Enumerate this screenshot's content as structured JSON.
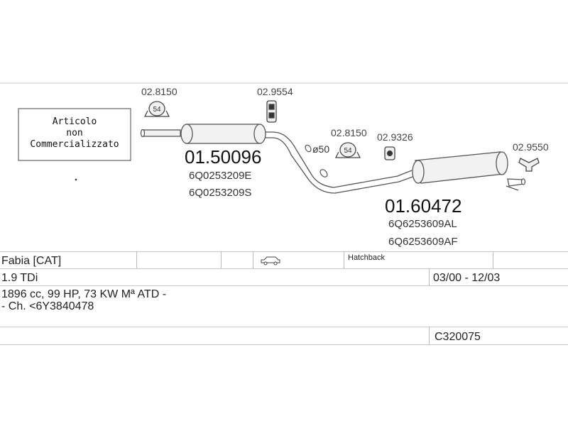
{
  "box": {
    "line1": "Articolo",
    "line2": "non",
    "line3": "Commercializzato"
  },
  "parts": {
    "clamp1": "02.8150",
    "hanger1": "02.9554",
    "clamp2": "02.8150",
    "hanger2": "02.9326",
    "hanger3": "02.9550",
    "clamp_size": "54",
    "pipe_diameter": "ø50"
  },
  "middle_silencer": {
    "code": "01.50096",
    "oem1": "6Q0253209E",
    "oem2": "6Q0253209S"
  },
  "rear_silencer": {
    "code": "01.60472",
    "oem1": "6Q6253609AL",
    "oem2": "6Q6253609AF"
  },
  "vehicle": {
    "model": "Fabia [CAT]",
    "body": "Hatchback",
    "engine": "1.9 TDi",
    "period": "03/00 - 12/03",
    "spec": "1896 cc, 99 HP, 73 KW Mª ATD -",
    "chassis": "- Ch. <6Y3840478",
    "catalog_code": "C320075"
  }
}
